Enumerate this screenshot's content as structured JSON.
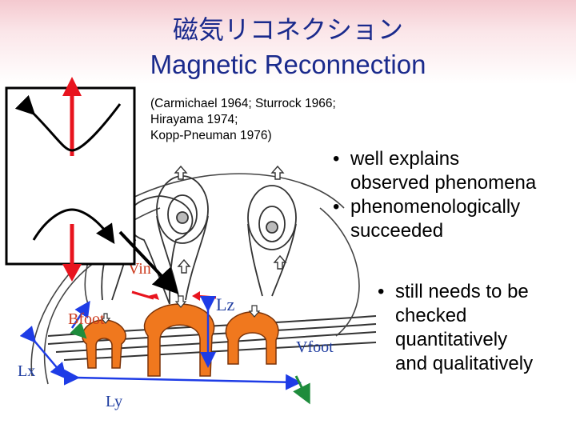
{
  "title": {
    "japanese": "磁気リコネクション",
    "english": "Magnetic Reconnection"
  },
  "references": {
    "line1": "(Carmichael 1964; Sturrock 1966; Hirayama 1974;",
    "line2": "Kopp-Pneuman 1976)"
  },
  "bullets_upper": [
    {
      "line1": "well explains",
      "line2": "observed phenomena"
    },
    {
      "line1": "phenomenologically",
      "line2": "succeeded"
    }
  ],
  "bullets_lower": [
    {
      "lines": [
        "still needs to be",
        "checked",
        "quantitatively",
        "and qualitatively"
      ]
    }
  ],
  "figure": {
    "labels": {
      "vin": "Vin",
      "lz": "Lz",
      "bfoot": "Bfoot",
      "vfoot": "Vfoot",
      "lx": "Lx",
      "ly": "Ly"
    },
    "colors": {
      "orange": "#f0781e",
      "red_arrow": "#e8141e",
      "blue_arrow": "#1e3ce6",
      "green_arrow": "#1e8c3c",
      "label_text": "#cc3b1e"
    }
  }
}
